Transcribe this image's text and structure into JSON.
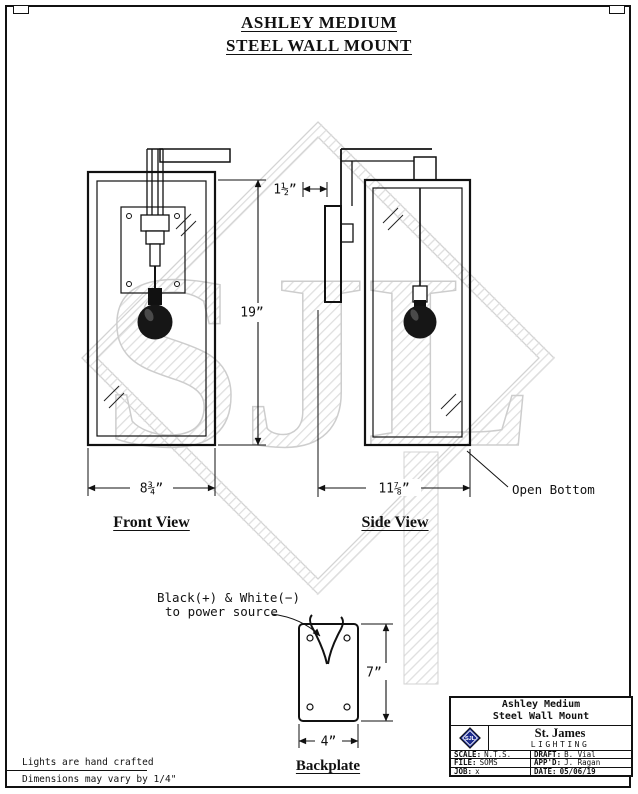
{
  "sheet": {
    "title_line1": "ASHLEY MEDIUM",
    "title_line2": "STEEL WALL MOUNT",
    "watermark_text": "SJL"
  },
  "front_view": {
    "label": "Front View",
    "height_dim": "19”",
    "width_dim": "8¾”"
  },
  "side_view": {
    "label": "Side View",
    "standoff_dim": "1½”",
    "depth_dim": "11⅞”",
    "open_bottom_note": "Open Bottom"
  },
  "backplate": {
    "label": "Backplate",
    "height_dim": "7”",
    "width_dim": "4”",
    "wire_note_line1": "Black(+) & White(−)",
    "wire_note_line2": "to power source"
  },
  "title_block": {
    "product_line1": "Ashley Medium",
    "product_line2": "Steel Wall Mount",
    "logo_text": "SJL",
    "logo_color": "#1e2d8f",
    "company_name": "St. James",
    "company_tagline": "LIGHTING",
    "scale_label": "SCALE:",
    "scale_value": "N.T.S.",
    "draft_label": "DRAFT:",
    "draft_value": "B. Vial",
    "file_label": "FILE:",
    "file_value": "SOMS",
    "appd_label": "APP'D:",
    "appd_value": "J. Ragan",
    "job_label": "JOB:",
    "job_value": "x",
    "date_label": "DATE:",
    "date_value": "05/06/19"
  },
  "footer": {
    "note_line1": "Lights are hand crafted",
    "note_line2": "Dimensions may vary by 1/4\""
  }
}
